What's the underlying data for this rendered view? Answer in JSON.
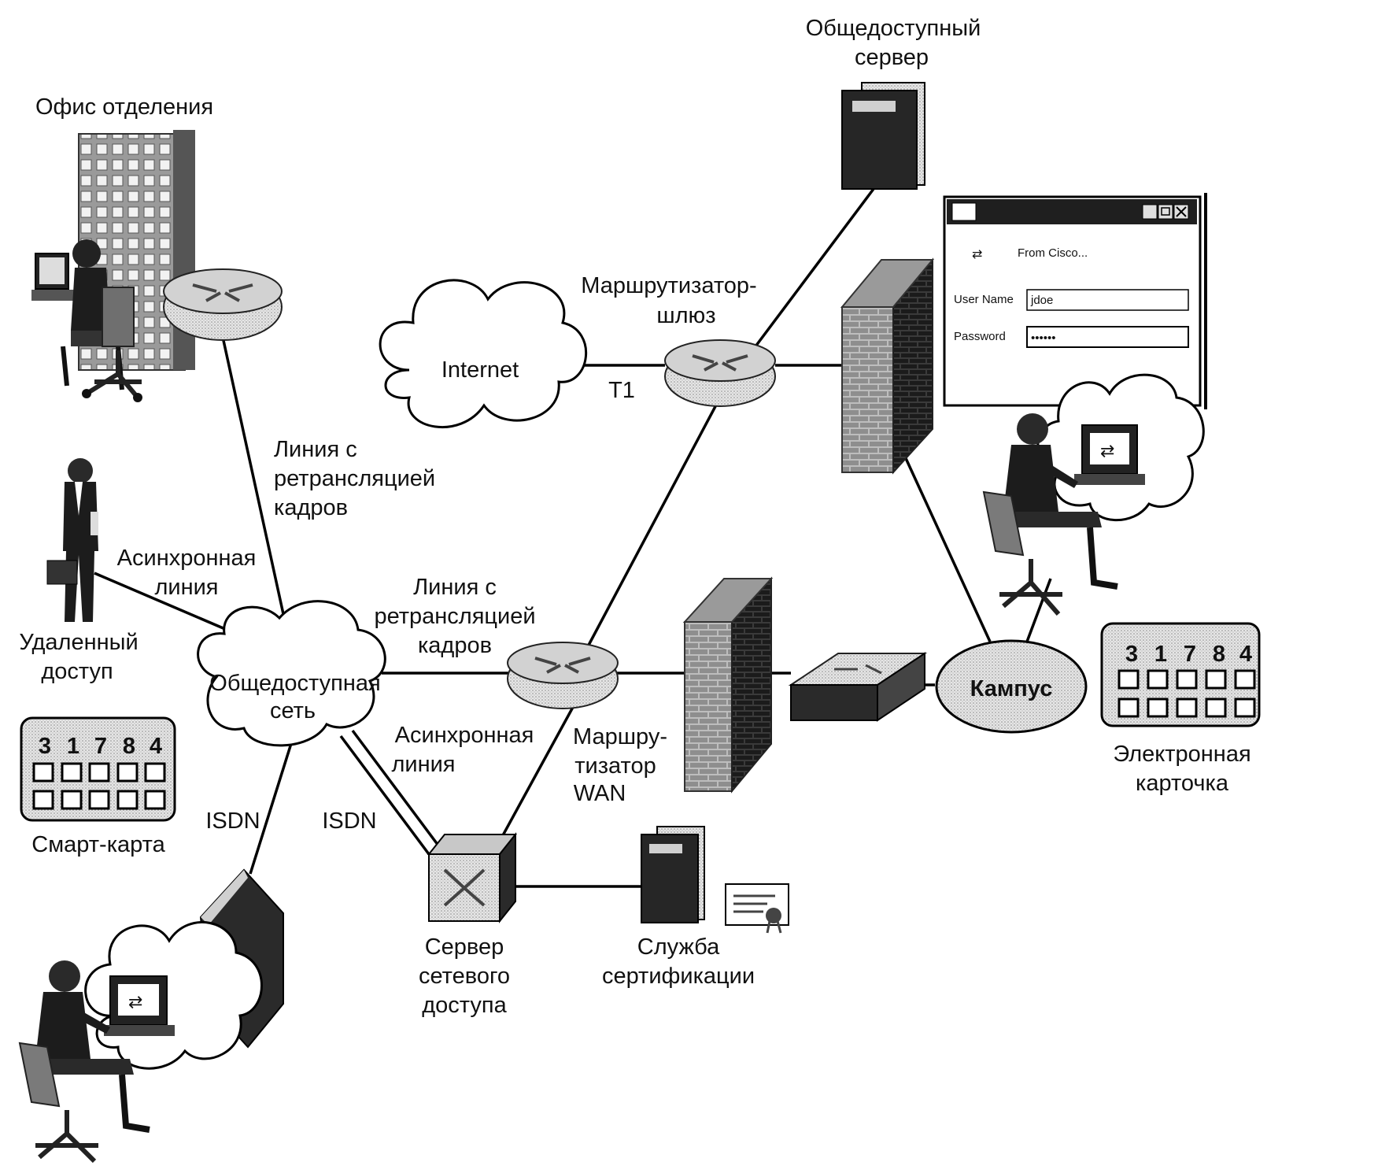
{
  "labels": {
    "public_server": [
      "Общедоступный",
      "сервер"
    ],
    "branch_office": "Офис отделения",
    "gateway_router": [
      "Маршрутизатор-",
      "шлюз"
    ],
    "internet": "Internet",
    "t1": "T1",
    "frame_relay_1": [
      "Линия с",
      "ретрансляцией",
      "кадров"
    ],
    "async_line_1": [
      "Асинхронная",
      "линия"
    ],
    "remote_access": [
      "Удаленный",
      "доступ"
    ],
    "public_network": [
      "Общедоступная",
      "сеть"
    ],
    "frame_relay_2": [
      "Линия с",
      "ретрансляцией",
      "кадров"
    ],
    "async_line_2": [
      "Асинхронная",
      "линия"
    ],
    "wan_router": [
      "Маршру-",
      "тизатор",
      "WAN"
    ],
    "campus": "Кампус",
    "isdn_1": "ISDN",
    "isdn_2": "ISDN",
    "smart_card": "Смарт-карта",
    "token_card": [
      "Электронная",
      "карточка"
    ],
    "nas": [
      "Сервер",
      "сетевого",
      "доступа"
    ],
    "cert_service": [
      "Служба",
      "сертификации"
    ]
  },
  "card_digits": [
    "3",
    "1",
    "7",
    "8",
    "4"
  ],
  "login_window": {
    "from": "From Cisco...",
    "user_label": "User Name",
    "user_value": "jdoe",
    "pass_label": "Password",
    "pass_value": "••••••"
  }
}
